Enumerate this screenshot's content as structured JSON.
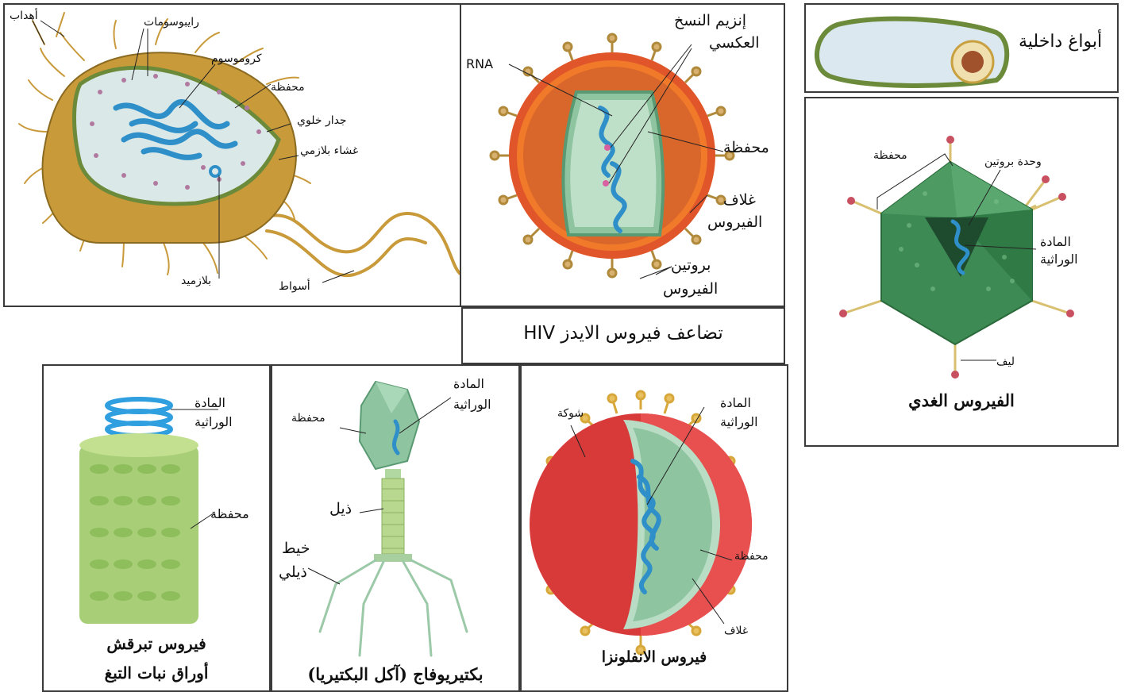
{
  "bacterium": {
    "labels": {
      "pili": "أهداب",
      "ribosomes": "رايبوسومات",
      "chromosome": "كروموسوم",
      "capsule": "محفظة",
      "cell_wall": "جدار خلوي",
      "plasma_membrane": "غشاء بلازمي",
      "plasmid": "بلازميد",
      "flagella": "أسواط"
    }
  },
  "hiv": {
    "labels": {
      "rna": "RNA",
      "reverse_transcriptase_1": "إنزيم النسخ",
      "reverse_transcriptase_2": "العكسي",
      "capsid": "محفظة",
      "envelope_1": "غلاف",
      "envelope_2": "الفيروس",
      "protein_1": "بروتين",
      "protein_2": "الفيروس"
    },
    "caption": "تضاعف فيروس الايدز HIV"
  },
  "endospore": {
    "label": "أبواغ داخلية"
  },
  "adenovirus": {
    "labels": {
      "capsid": "محفظة",
      "protein_unit": "وحدة بروتين",
      "genetic_1": "المادة",
      "genetic_2": "الوراثية",
      "fiber": "ليف"
    },
    "caption": "الفيروس الغدي"
  },
  "tmv": {
    "labels": {
      "genetic_1": "المادة",
      "genetic_2": "الوراثية",
      "capsid": "محفظة"
    },
    "caption_1": "فيروس تبرقش",
    "caption_2": "أوراق نبات التبغ"
  },
  "phage": {
    "labels": {
      "genetic_1": "المادة",
      "genetic_2": "الوراثية",
      "capsid": "محفظة",
      "tail": "ذيل",
      "tail_fiber_1": "خيط",
      "tail_fiber_2": "ذيلي"
    },
    "caption": "بكتيريوفاج (آكل البكتيريا)"
  },
  "influenza": {
    "labels": {
      "genetic_1": "المادة",
      "genetic_2": "الوراثية",
      "spike": "شوكة",
      "capsid": "محفظة",
      "envelope": "غلاف"
    },
    "caption": "فيروس الانفلونزا"
  },
  "colors": {
    "bacterium_wall": "#c99a3a",
    "bacterium_inner": "#dbe8e8",
    "dna_blue": "#2f8fc8",
    "hiv_envelope": "#e0552a",
    "hiv_inner": "#f07a2a",
    "capsid_green": "#8fc4a0",
    "adeno_green": "#3d8a55",
    "tmv_green": "#a8cf78",
    "flu_red": "#d83a3a",
    "spike_gold": "#d8a73a"
  }
}
